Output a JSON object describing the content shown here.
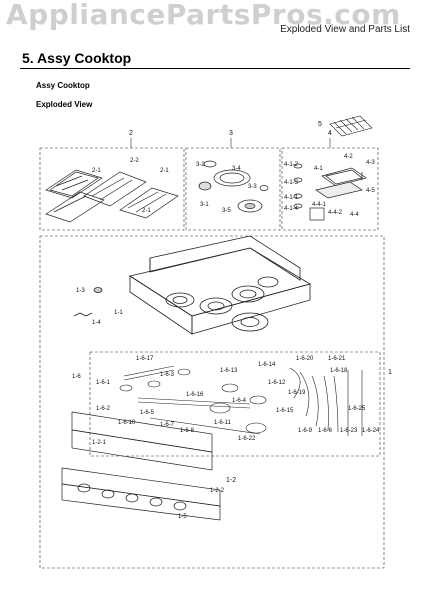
{
  "watermark": {
    "text": "AppliancePartsPros.com"
  },
  "header": {
    "right_text": "Exploded View and Parts List"
  },
  "section": {
    "title": "5. Assy Cooktop"
  },
  "subtitles": {
    "assy": "Assy Cooktop",
    "view": "Exploded View"
  },
  "callouts": {
    "group2": "2",
    "group3": "3",
    "group4": "4",
    "part5": "5",
    "g2_1a": "2-1",
    "g2_2": "2-2",
    "g2_1b": "2-1",
    "g2_1c": "2-1",
    "g3_2": "3-2",
    "g3_4": "3-4",
    "g3_3": "3-3",
    "g3_1": "3-1",
    "g3_5": "3-5",
    "g4_12": "4-1-2",
    "g4_1": "4-1",
    "g4_13": "4-1-3",
    "g4_11": "4-1-1",
    "g4_14": "4-1-4",
    "g4_2": "4-2",
    "g4_3": "4-3",
    "g4_5": "4-5",
    "g4_41": "4-4-1",
    "g4_42": "4-4-2",
    "g4_4": "4-4",
    "p1_3": "1-3",
    "p1_1": "1-1",
    "p1_4": "1-4",
    "p1_6": "1-6",
    "p1": "1",
    "p1_61": "1-6-1",
    "p1_617": "1-6-17",
    "p1_62": "1-6-2",
    "p1_63": "1-6-3",
    "p1_610": "1-6-10",
    "p1_67": "1-6-7",
    "p1_65": "1-6-5",
    "p1_68": "1-6-8",
    "p1_614": "1-6-14",
    "p1_613": "1-6-13",
    "p1_620": "1-6-20",
    "p1_621": "1-6-21",
    "p1_616": "1-6-16",
    "p1_612": "1-6-12",
    "p1_618": "1-6-18",
    "p1_64": "1-6-4",
    "p1_615": "1-6-15",
    "p1_611": "1-6-11",
    "p1_622": "1-6-22",
    "p1_619": "1-6-19",
    "p1_625": "1-6-25",
    "p1_623": "1-6-23",
    "p1_624": "1-6-24",
    "p1_69": "1-6-9",
    "p1_66": "1-6-6",
    "p1_21": "1-2-1",
    "p1_2": "1-2",
    "p1_22": "1-2-2",
    "p1_5": "1-5"
  }
}
